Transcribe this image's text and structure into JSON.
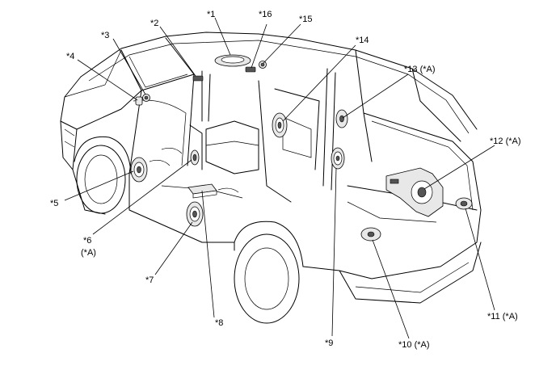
{
  "callouts": [
    {
      "id": "c1",
      "text": "*1"
    },
    {
      "id": "c2",
      "text": "*2"
    },
    {
      "id": "c3",
      "text": "*3"
    },
    {
      "id": "c4",
      "text": "*4"
    },
    {
      "id": "c5",
      "text": "*5"
    },
    {
      "id": "c6a",
      "text": "*6"
    },
    {
      "id": "c6b",
      "text": "(*A)"
    },
    {
      "id": "c7",
      "text": "*7"
    },
    {
      "id": "c8",
      "text": "*8"
    },
    {
      "id": "c9",
      "text": "*9"
    },
    {
      "id": "c10",
      "text": "*10 (*A)"
    },
    {
      "id": "c11",
      "text": "*11 (*A)"
    },
    {
      "id": "c12",
      "text": "*12 (*A)"
    },
    {
      "id": "c13",
      "text": "*13 (*A)"
    },
    {
      "id": "c14",
      "text": "*14"
    },
    {
      "id": "c15",
      "text": "*15"
    },
    {
      "id": "c16",
      "text": "*16"
    }
  ]
}
